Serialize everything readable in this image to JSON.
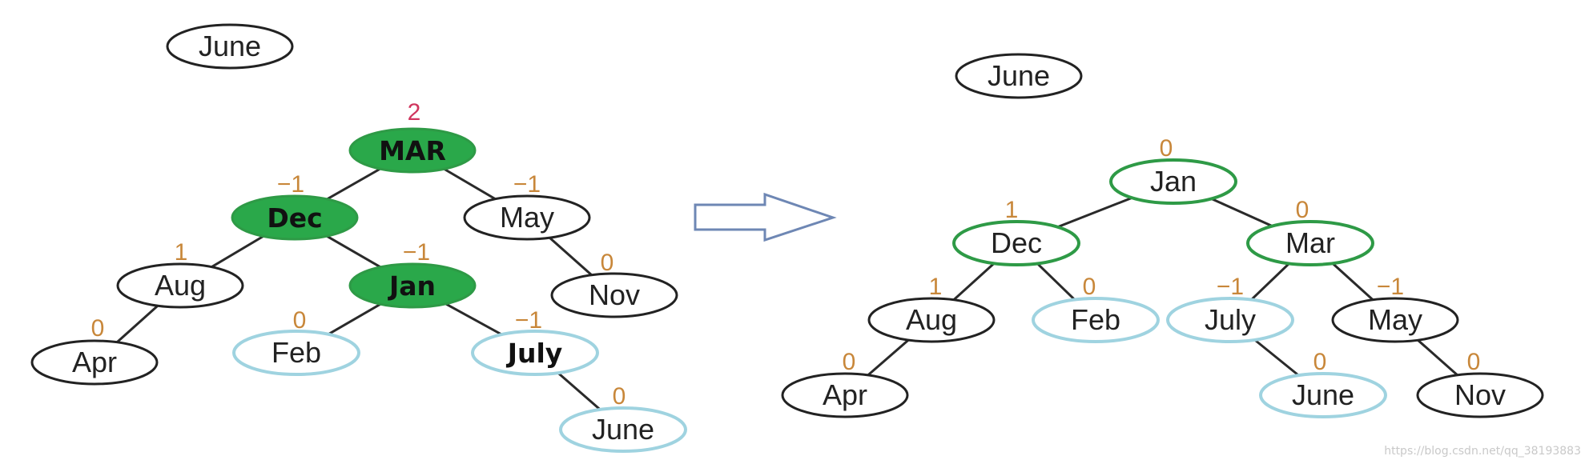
{
  "colors": {
    "plain_stroke": "#222222",
    "green_fill": "#2aa84a",
    "green_stroke": "#2e9a46",
    "cyan_stroke": "#9fd3e0",
    "balance_factor": "#c8873a",
    "balance_factor_red": "#d0365e",
    "arrow_stroke": "#6e87b4"
  },
  "left_tree": {
    "nodes": [
      {
        "id": "L-june-top",
        "label": "June",
        "style": "plain"
      },
      {
        "id": "L-mar",
        "label": "MAR",
        "style": "green",
        "bf": "2",
        "bf_style": "red"
      },
      {
        "id": "L-dec",
        "label": "Dec",
        "style": "green",
        "bf": "−1"
      },
      {
        "id": "L-may",
        "label": "May",
        "style": "plain",
        "bf": "−1"
      },
      {
        "id": "L-aug",
        "label": "Aug",
        "style": "plain",
        "bf": "1"
      },
      {
        "id": "L-jan",
        "label": "Jan",
        "style": "green",
        "bf": "−1"
      },
      {
        "id": "L-nov",
        "label": "Nov",
        "style": "plain",
        "bf": "0"
      },
      {
        "id": "L-apr",
        "label": "Apr",
        "style": "plain",
        "bf": "0"
      },
      {
        "id": "L-feb",
        "label": "Feb",
        "style": "cyan",
        "bf": "0"
      },
      {
        "id": "L-july",
        "label": "July",
        "style": "cyan-bold",
        "bf": "−1"
      },
      {
        "id": "L-june",
        "label": "June",
        "style": "cyan",
        "bf": "0"
      }
    ],
    "edges": [
      [
        "L-mar",
        "L-dec"
      ],
      [
        "L-mar",
        "L-may"
      ],
      [
        "L-dec",
        "L-aug"
      ],
      [
        "L-dec",
        "L-jan"
      ],
      [
        "L-may",
        "L-nov"
      ],
      [
        "L-aug",
        "L-apr"
      ],
      [
        "L-jan",
        "L-feb"
      ],
      [
        "L-jan",
        "L-july"
      ],
      [
        "L-july",
        "L-june"
      ]
    ]
  },
  "right_tree": {
    "nodes": [
      {
        "id": "R-june-top",
        "label": "June",
        "style": "plain"
      },
      {
        "id": "R-jan",
        "label": "Jan",
        "style": "green-outline",
        "bf": "0"
      },
      {
        "id": "R-dec",
        "label": "Dec",
        "style": "green-outline",
        "bf": "1"
      },
      {
        "id": "R-mar",
        "label": "Mar",
        "style": "green-outline",
        "bf": "0"
      },
      {
        "id": "R-aug",
        "label": "Aug",
        "style": "plain",
        "bf": "1"
      },
      {
        "id": "R-feb",
        "label": "Feb",
        "style": "cyan",
        "bf": "0"
      },
      {
        "id": "R-july",
        "label": "July",
        "style": "cyan",
        "bf": "−1"
      },
      {
        "id": "R-may",
        "label": "May",
        "style": "plain",
        "bf": "−1"
      },
      {
        "id": "R-apr",
        "label": "Apr",
        "style": "plain",
        "bf": "0"
      },
      {
        "id": "R-june",
        "label": "June",
        "style": "cyan",
        "bf": "0"
      },
      {
        "id": "R-nov",
        "label": "Nov",
        "style": "plain",
        "bf": "0"
      }
    ],
    "edges": [
      [
        "R-jan",
        "R-dec"
      ],
      [
        "R-jan",
        "R-mar"
      ],
      [
        "R-dec",
        "R-aug"
      ],
      [
        "R-dec",
        "R-feb"
      ],
      [
        "R-mar",
        "R-july"
      ],
      [
        "R-mar",
        "R-may"
      ],
      [
        "R-aug",
        "R-apr"
      ],
      [
        "R-july",
        "R-june"
      ],
      [
        "R-may",
        "R-nov"
      ]
    ]
  },
  "watermark": "https://blog.csdn.net/qq_38193883"
}
